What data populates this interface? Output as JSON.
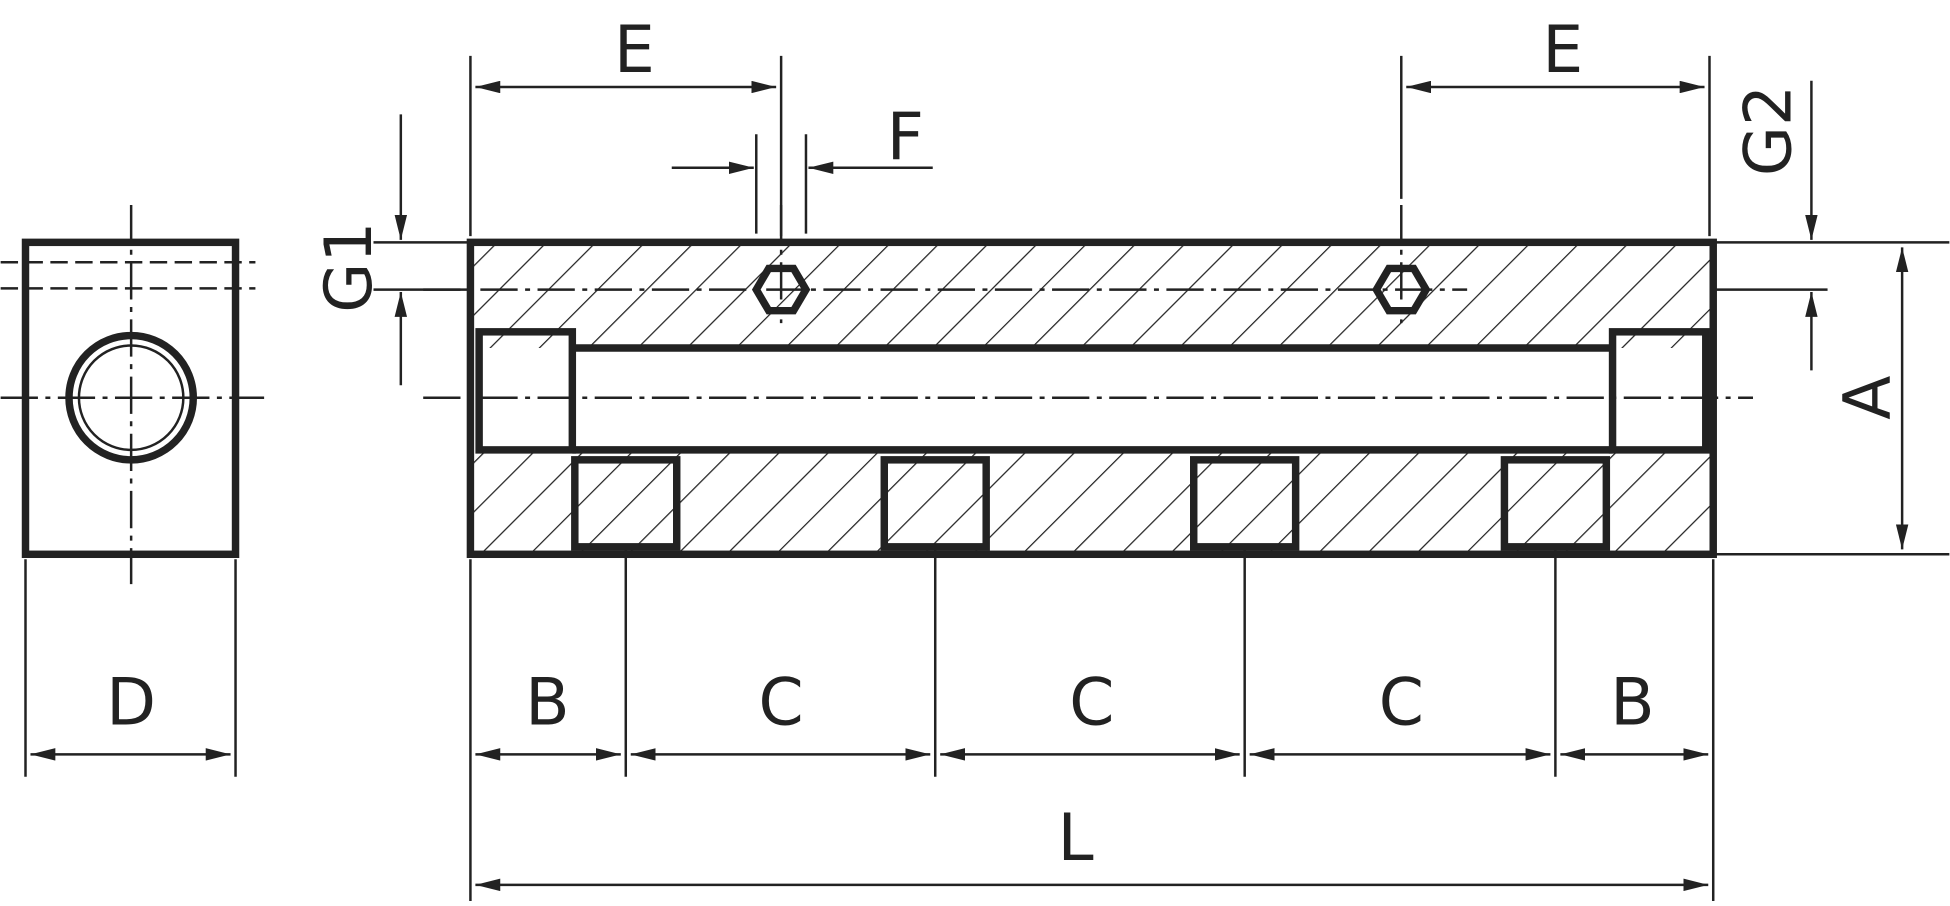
{
  "title": "Manifold block dimension drawing",
  "labels": {
    "e_left": "E",
    "e_right": "E",
    "f": "F",
    "g1": "G1",
    "g2": "G2",
    "a": "A",
    "d": "D",
    "b_left": "B",
    "c1": "C",
    "c2": "C",
    "c3": "C",
    "b_right": "B",
    "l": "L"
  },
  "colors": {
    "line": "#222222",
    "background": "#ffffff"
  }
}
